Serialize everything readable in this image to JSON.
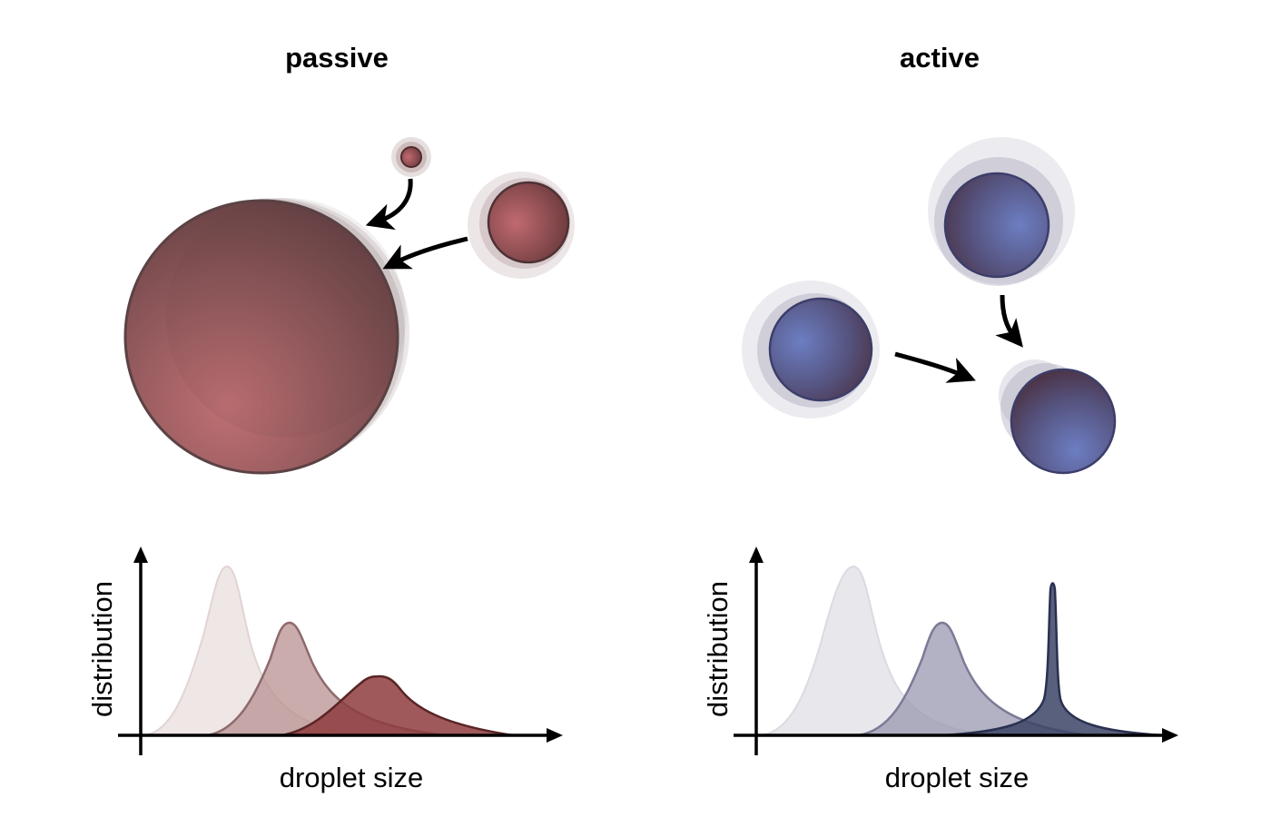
{
  "panels": {
    "passive": {
      "title": "passive",
      "xlabel": "droplet size",
      "ylabel": "distribution",
      "droplet_color": "#a8585e",
      "curve_colors": [
        "#ece2e2",
        "#b89090",
        "#8e3c3e"
      ]
    },
    "active": {
      "title": "active",
      "xlabel": "droplet size",
      "ylabel": "distribution",
      "droplet_color": "#6a78b8",
      "curve_colors": [
        "#e6e4ea",
        "#9a98b0",
        "#3c4466"
      ]
    }
  }
}
